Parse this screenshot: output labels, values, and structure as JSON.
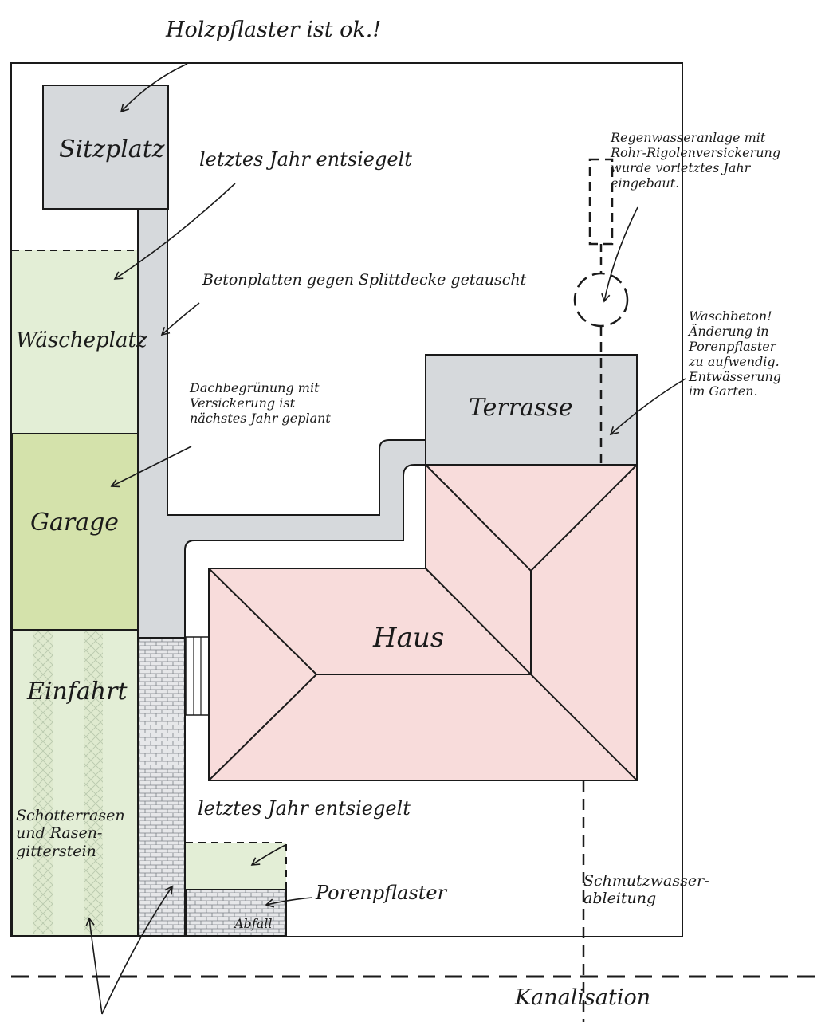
{
  "colors": {
    "paved_grey": "#d6d9dc",
    "light_green": "#e3eed6",
    "garage_green": "#d4e2ab",
    "house_pink": "#f8dcdb",
    "outline": "#1a1a1a"
  },
  "areas": {
    "sitzplatz": "Sitzplatz",
    "waescheplatz": "Wäscheplatz",
    "garage": "Garage",
    "einfahrt": "Einfahrt",
    "schotterrasen": "Schotterrasen\nund Rasen-\ngitterstein",
    "terrasse": "Terrasse",
    "haus": "Haus",
    "abfall": "Abfall"
  },
  "notes": {
    "holzpflaster": "Holzpflaster ist ok.!",
    "entsiegelt_top": "letztes Jahr entsiegelt",
    "betonplatten": "Betonplatten gegen Splittdecke getauscht",
    "dachbegruenung": "Dachbegrünung mit\nVersickerung ist\nnächstes Jahr geplant",
    "regenwasser": "Regenwasseranlage mit\nRohr-Rigolenversickerung\nwurde vorletztes Jahr\neingebaut.",
    "waschbeton": "Waschbeton!\nÄnderung in\nPorenpflaster\nzu aufwendig.\nEntwässerung\nim Garten.",
    "entsiegelt_bottom": "letztes Jahr entsiegelt",
    "porenpflaster": "Porenpflaster",
    "schmutzwasser": "Schmutzwasser-\nableitung",
    "kanalisation": "Kanalisation"
  }
}
